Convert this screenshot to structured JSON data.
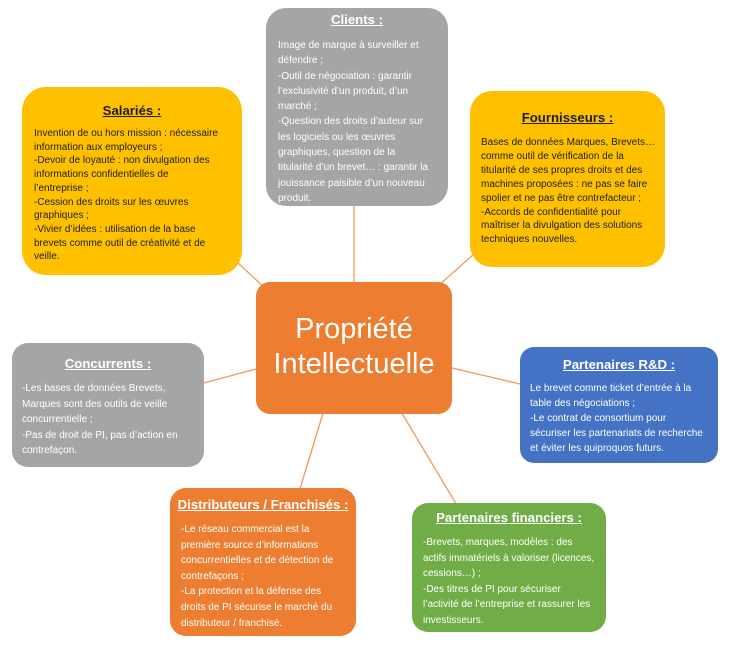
{
  "connector_color": "#F19A5E",
  "center": {
    "title": "Propriété Intellectuelle",
    "color": "#ED7D31"
  },
  "nodes": {
    "clients": {
      "title": "Clients :",
      "color": "#A5A5A5",
      "lines": [
        "Image de marque à surveiller et",
        "défendre ;",
        "-Outil de négociation : garantir",
        "l’exclusivité d’un produit, d’un",
        "marché ;",
        "-Question des droits d’auteur sur",
        "les logiciels ou les œuvres",
        "graphiques, question de la",
        "titularité d’un brevet… : garantir la",
        "jouissance paisible d’un nouveau",
        "produit."
      ]
    },
    "salaries": {
      "title": "Salariés :",
      "color": "#FFC000",
      "lines": [
        "Invention de ou hors mission : nécessaire",
        "information aux employeurs ;",
        "-Devoir de loyauté : non divulgation des",
        "informations confidentielles de",
        "l’entreprise ;",
        "-Cession des droits sur les œuvres",
        "graphiques ;",
        "-Vivier d’idées : utilisation de la base",
        "brevets comme outil de créativité et de",
        "veille."
      ]
    },
    "fournisseurs": {
      "title": "Fournisseurs :",
      "color": "#FFC000",
      "lines": [
        "Bases de données Marques, Brevets…",
        "comme outil de vérification de la",
        "titularité de ses propres droits et des",
        "machines proposées : ne pas se faire",
        "spolier et ne pas être contrefacteur ;",
        "-Accords de confidentialité pour",
        "maîtriser la divulgation des solutions",
        "techniques nouvelles."
      ]
    },
    "concurrents": {
      "title": "Concurrents :",
      "color": "#A5A5A5",
      "lines": [
        "-Les bases de données Brevets,",
        "Marques sont des outils de veille",
        "concurrentielle ;",
        "-Pas de droit de PI, pas d’action en",
        "contrefaçon."
      ]
    },
    "partenaires_rd": {
      "title": "Partenaires R&D :",
      "color": "#4472C4",
      "lines": [
        "Le brevet comme ticket d’entrée à la",
        "table des négociations ;",
        "-Le contrat de consortium pour",
        "sécuriser les partenariats de recherche",
        "et éviter les quiproquos futurs."
      ]
    },
    "distributeurs": {
      "title": "Distributeurs / Franchisés :",
      "color": "#ED7D31",
      "lines": [
        "-Le réseau commercial est la",
        "première source d’informations",
        "concurrentielles et de détection de",
        "contrefaçons ;",
        "-La protection et la défense des",
        "droits de PI sécurise le marché du",
        "distributeur / franchisé."
      ]
    },
    "partenaires_financiers": {
      "title": "Partenaires financiers :",
      "color": "#70AD47",
      "lines": [
        "-Brevets, marques, modèles : des",
        "actifs immatériels à valoriser (licences,",
        "cessions…) ;",
        "-Des titres de PI pour sécuriser",
        "l’activité de l’entreprise et rassurer les",
        "investisseurs."
      ]
    }
  }
}
